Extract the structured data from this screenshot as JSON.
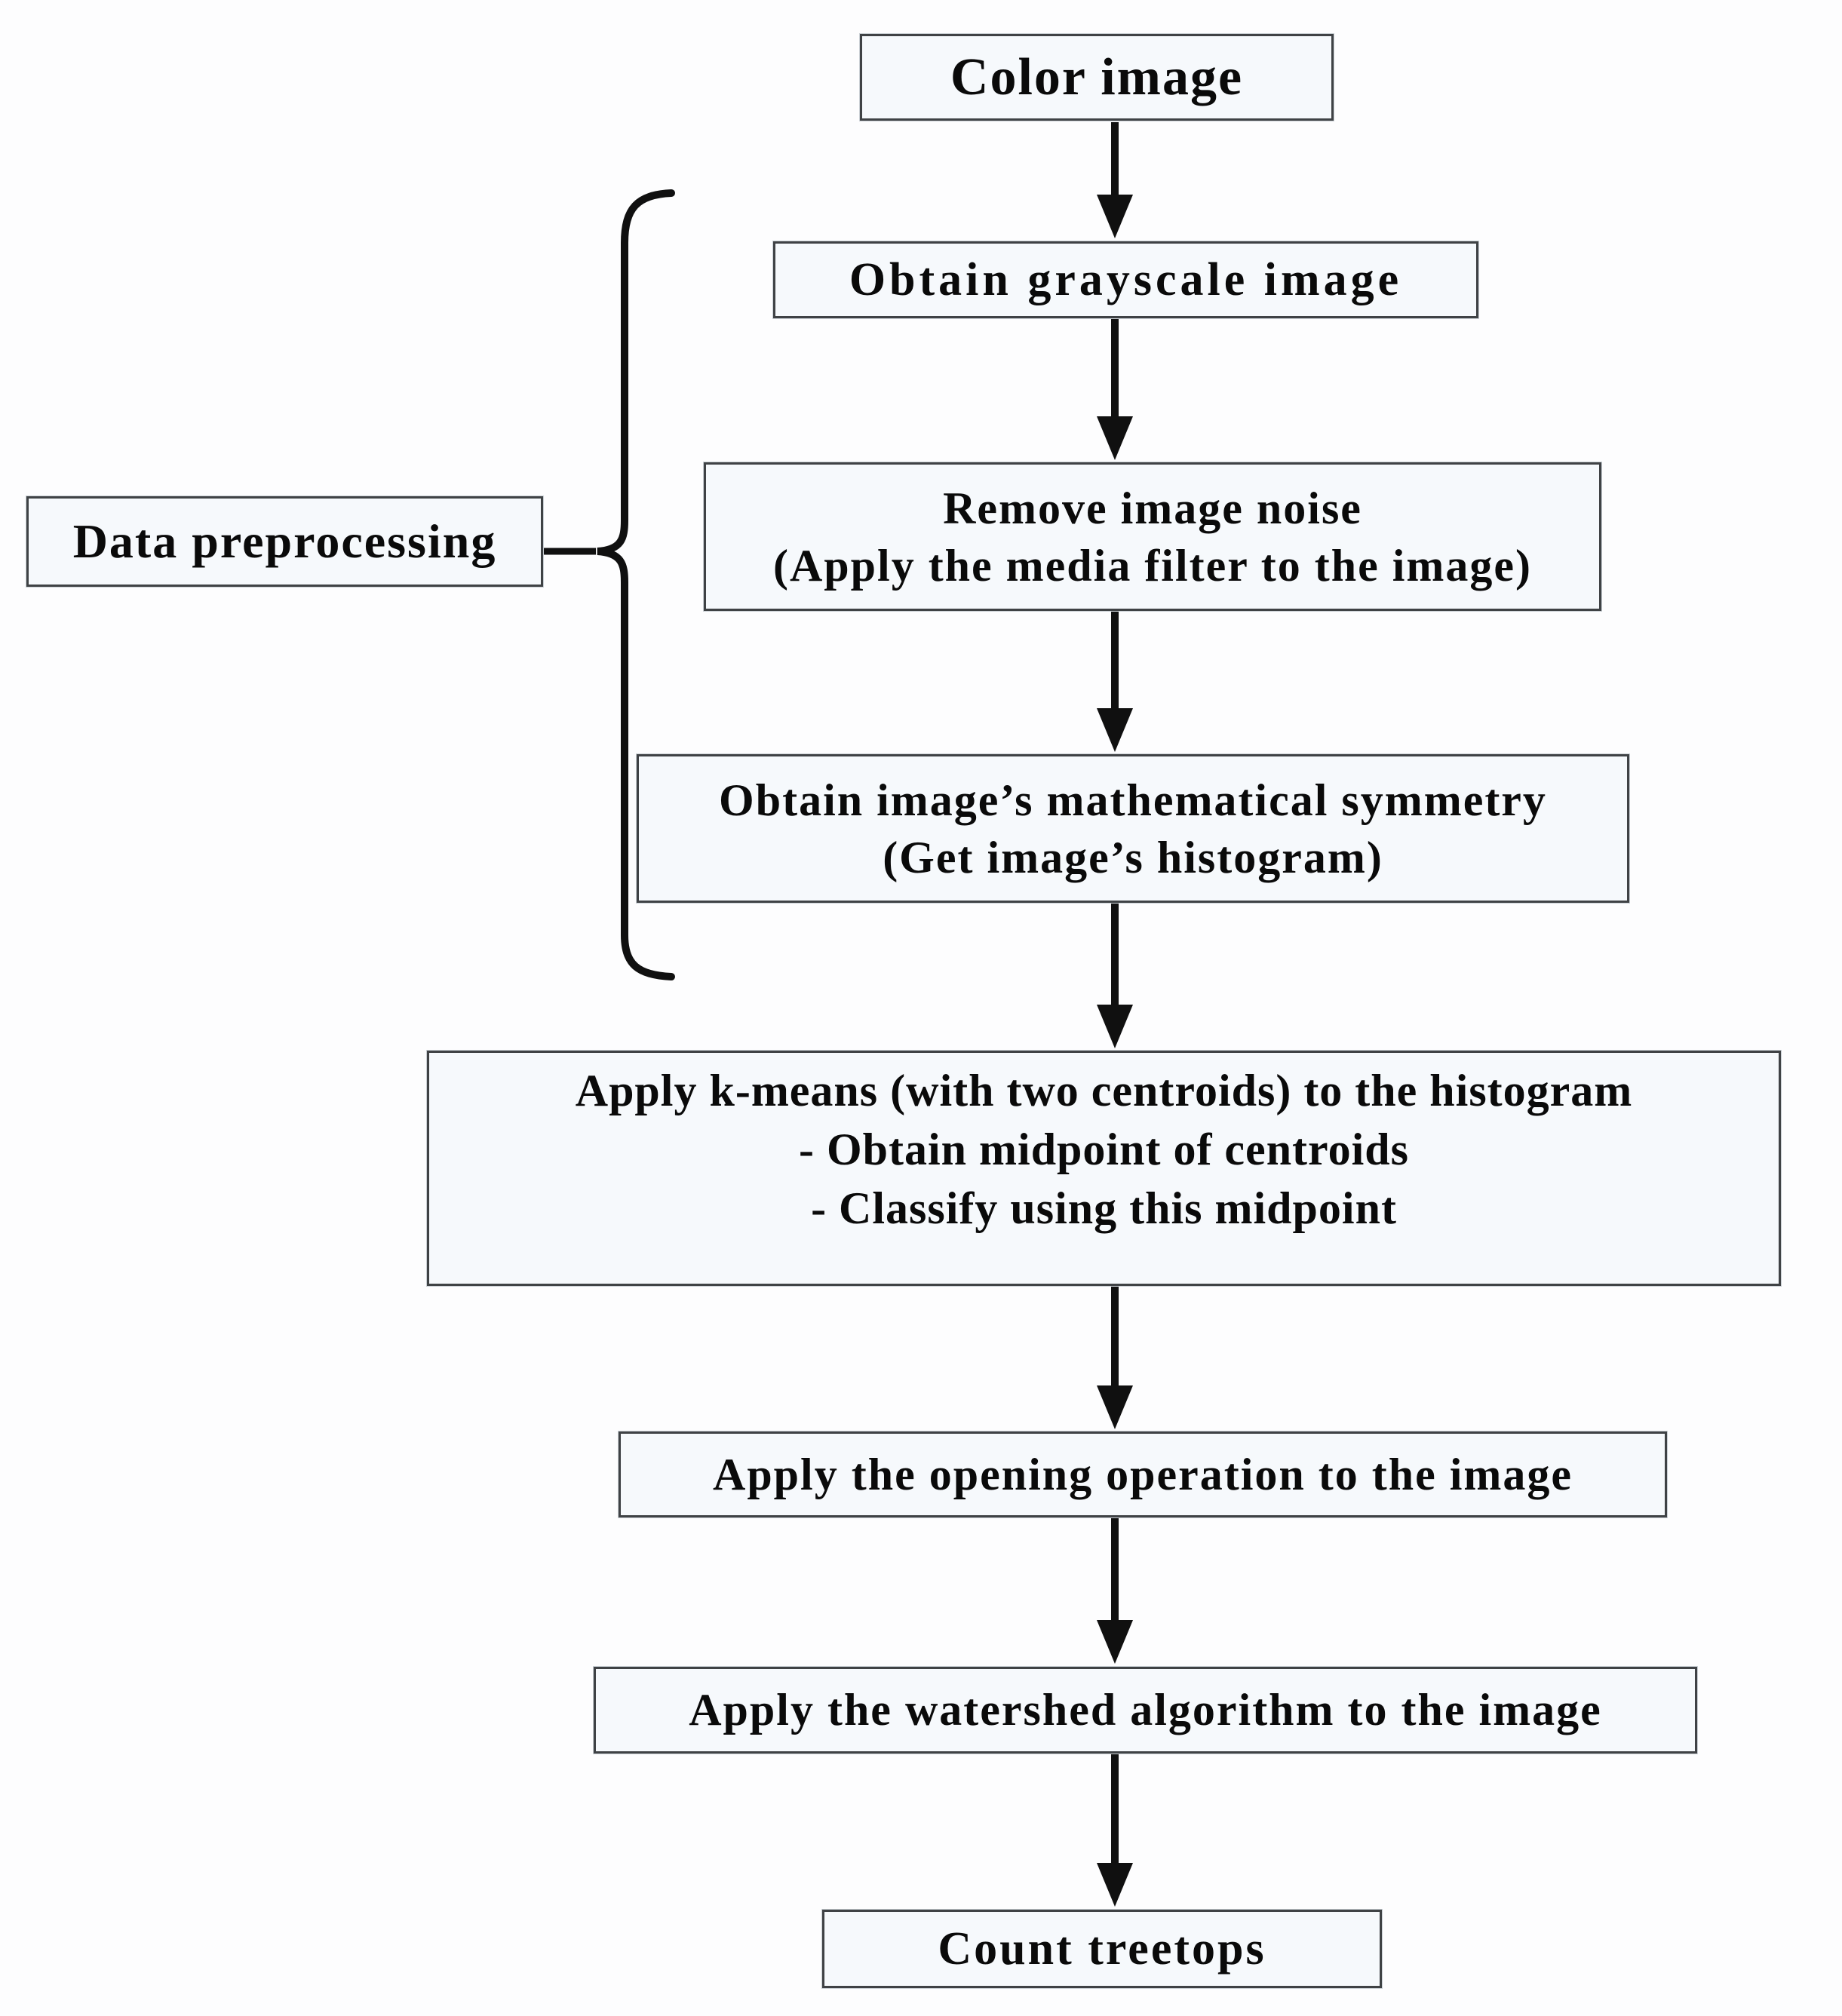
{
  "colors": {
    "background": "#fdfdfe",
    "box_fill": "#f6f9fc",
    "box_border": "#3f4245",
    "ink": "#0a0a0a",
    "connector": "#101010"
  },
  "flow": {
    "nodes": [
      {
        "id": "color-image",
        "lines": [
          "Color image"
        ]
      },
      {
        "id": "grayscale",
        "lines": [
          "Obtain grayscale image"
        ]
      },
      {
        "id": "remove-noise",
        "lines": [
          "Remove image noise",
          "(Apply the media filter to the image)"
        ]
      },
      {
        "id": "symmetry",
        "lines": [
          "Obtain image’s mathematical symmetry",
          "(Get image’s histogram)"
        ]
      },
      {
        "id": "kmeans",
        "lines": [
          "Apply k-means (with two centroids) to the histogram",
          "- Obtain midpoint of centroids",
          "- Classify using this midpoint"
        ]
      },
      {
        "id": "opening",
        "lines": [
          "Apply the opening operation to the image"
        ]
      },
      {
        "id": "watershed",
        "lines": [
          "Apply the watershed algorithm to the image"
        ]
      },
      {
        "id": "count-treetops",
        "lines": [
          "Count treetops"
        ]
      }
    ],
    "edges": [
      [
        0,
        1
      ],
      [
        1,
        2
      ],
      [
        2,
        3
      ],
      [
        3,
        4
      ],
      [
        4,
        5
      ],
      [
        5,
        6
      ],
      [
        6,
        7
      ]
    ],
    "groups": [
      {
        "label": "Data preprocessing",
        "node_indices": [
          1,
          2,
          3
        ]
      }
    ]
  }
}
